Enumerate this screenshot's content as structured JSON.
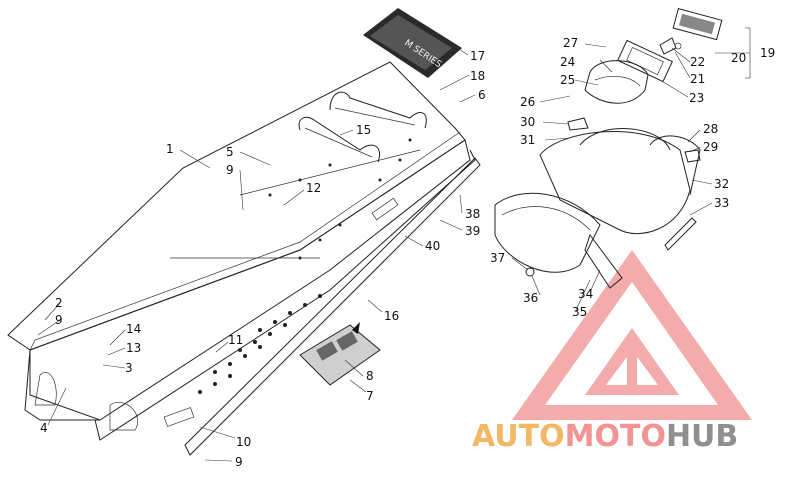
{
  "diagram": {
    "callouts": [
      {
        "id": "c1",
        "label": "1"
      },
      {
        "id": "c2",
        "label": "2"
      },
      {
        "id": "c3",
        "label": "3"
      },
      {
        "id": "c4",
        "label": "4"
      },
      {
        "id": "c5",
        "label": "5"
      },
      {
        "id": "c6",
        "label": "6"
      },
      {
        "id": "c7",
        "label": "7"
      },
      {
        "id": "c8",
        "label": "8"
      },
      {
        "id": "c9a",
        "label": "9"
      },
      {
        "id": "c9b",
        "label": "9"
      },
      {
        "id": "c9c",
        "label": "9"
      },
      {
        "id": "c10",
        "label": "10"
      },
      {
        "id": "c11",
        "label": "11"
      },
      {
        "id": "c12",
        "label": "12"
      },
      {
        "id": "c13",
        "label": "13"
      },
      {
        "id": "c14",
        "label": "14"
      },
      {
        "id": "c15",
        "label": "15"
      },
      {
        "id": "c16",
        "label": "16"
      },
      {
        "id": "c17",
        "label": "17"
      },
      {
        "id": "c18",
        "label": "18"
      },
      {
        "id": "c19",
        "label": "19"
      },
      {
        "id": "c20",
        "label": "20"
      },
      {
        "id": "c21",
        "label": "21"
      },
      {
        "id": "c22",
        "label": "22"
      },
      {
        "id": "c23",
        "label": "23"
      },
      {
        "id": "c24",
        "label": "24"
      },
      {
        "id": "c25",
        "label": "25"
      },
      {
        "id": "c26",
        "label": "26"
      },
      {
        "id": "c27",
        "label": "27"
      },
      {
        "id": "c28",
        "label": "28"
      },
      {
        "id": "c29",
        "label": "29"
      },
      {
        "id": "c30",
        "label": "30"
      },
      {
        "id": "c31",
        "label": "31"
      },
      {
        "id": "c32",
        "label": "32"
      },
      {
        "id": "c33",
        "label": "33"
      },
      {
        "id": "c34",
        "label": "34"
      },
      {
        "id": "c35",
        "label": "35"
      },
      {
        "id": "c36",
        "label": "36"
      },
      {
        "id": "c37",
        "label": "37"
      },
      {
        "id": "c38",
        "label": "38"
      },
      {
        "id": "c39",
        "label": "39"
      },
      {
        "id": "c40",
        "label": "40"
      }
    ],
    "decal_text": "M SERIES"
  },
  "watermark": {
    "part1": "AUTO",
    "part2": "MOTO",
    "part3": "HUB",
    "color_accent": "#f4a6a6",
    "color_gold": "#f2c27a",
    "color_gray": "#9a9a9a"
  }
}
